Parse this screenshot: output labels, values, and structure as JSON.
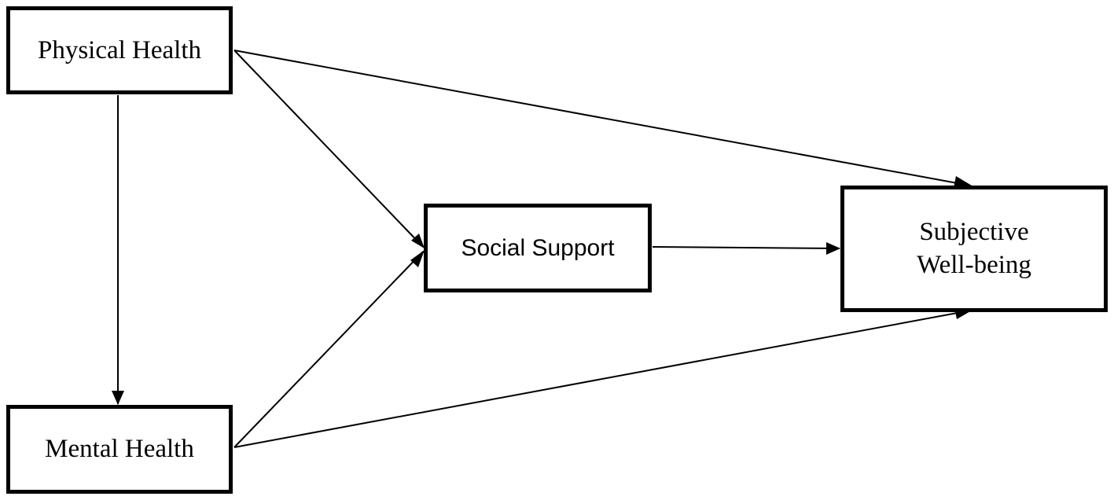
{
  "nodes": {
    "physical_health": {
      "label": "Physical Health"
    },
    "mental_health": {
      "label": "Mental Health"
    },
    "social_support": {
      "label": "Social Support"
    },
    "subjective_wellbeing": {
      "line1": "Subjective",
      "line2": "Well-being"
    }
  },
  "edges": [
    {
      "from": "Physical Health",
      "to": "Mental Health"
    },
    {
      "from": "Physical Health",
      "to": "Social Support"
    },
    {
      "from": "Physical Health",
      "to": "Subjective Well-being"
    },
    {
      "from": "Mental Health",
      "to": "Social Support"
    },
    {
      "from": "Mental Health",
      "to": "Subjective Well-being"
    },
    {
      "from": "Social Support",
      "to": "Subjective Well-being"
    }
  ],
  "colors": {
    "stroke": "#000000",
    "background": "#ffffff"
  }
}
